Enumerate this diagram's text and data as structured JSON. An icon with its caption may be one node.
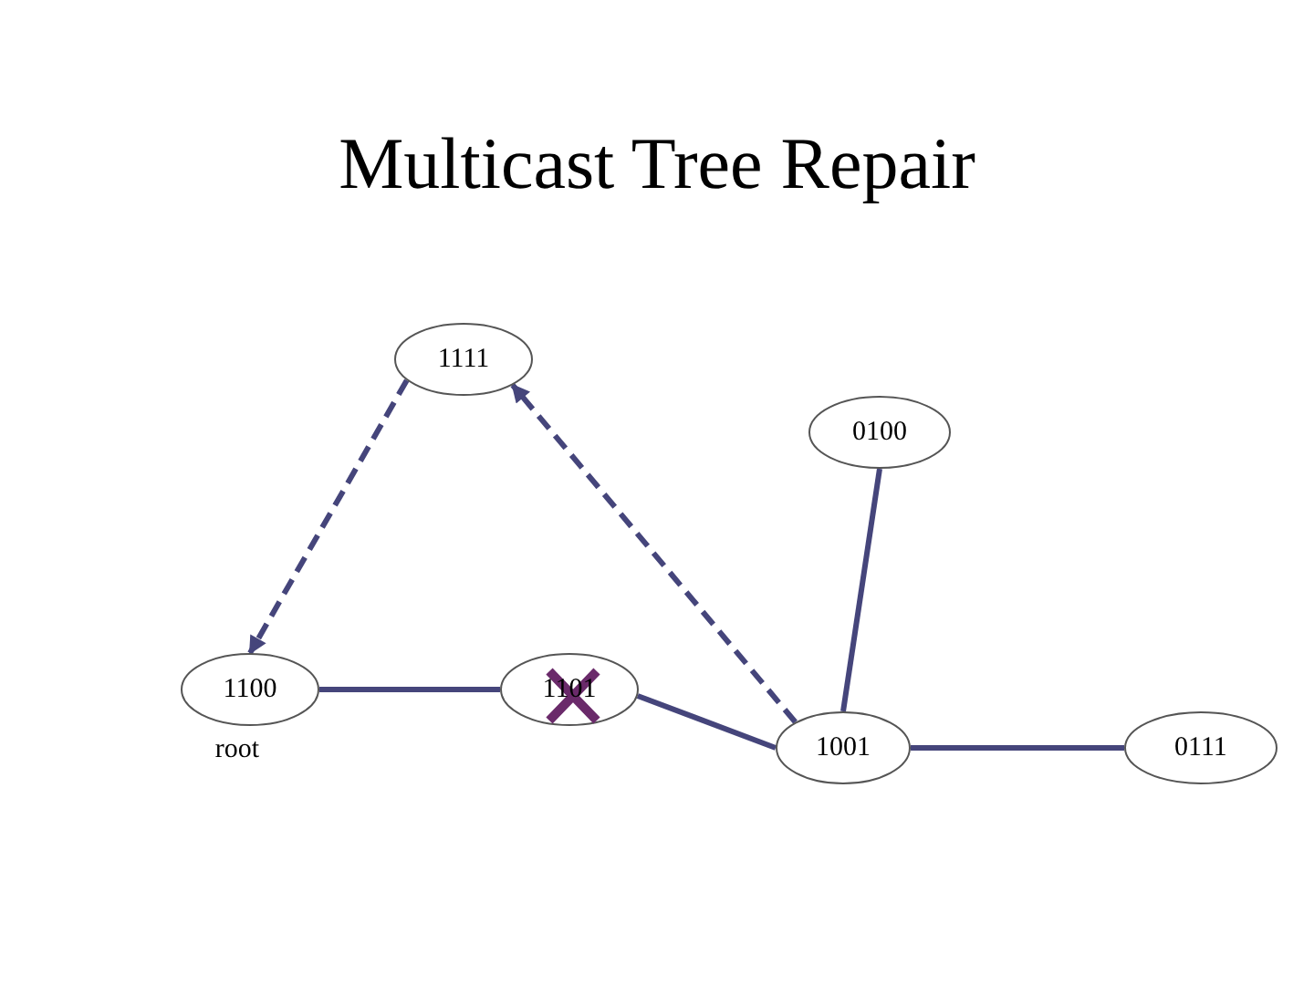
{
  "diagram": {
    "title": "Multicast Tree Repair",
    "nodes": [
      {
        "text": [
          "1111"
        ]
      },
      {
        "text": [
          "0100"
        ]
      },
      {
        "text": [
          "1100"
        ],
        "beside": [
          "root"
        ]
      },
      {
        "text": [
          "1101"
        ]
      },
      {
        "text": [
          "1001"
        ]
      },
      {
        "text": [
          "0111"
        ]
      }
    ],
    "edges": [
      {
        "from": 0,
        "to": 2,
        "arrow": "to",
        "style": "dashed"
      },
      {
        "from": 4,
        "to": 0,
        "arrow": "to",
        "style": "dashed"
      },
      {
        "from": 1,
        "to": 4,
        "arrow": "none"
      },
      {
        "from": 2,
        "to": 3,
        "arrow": "none"
      },
      {
        "from": 3,
        "to": 4,
        "arrow": "none"
      },
      {
        "from": 4,
        "to": 5,
        "arrow": "none"
      }
    ]
  }
}
